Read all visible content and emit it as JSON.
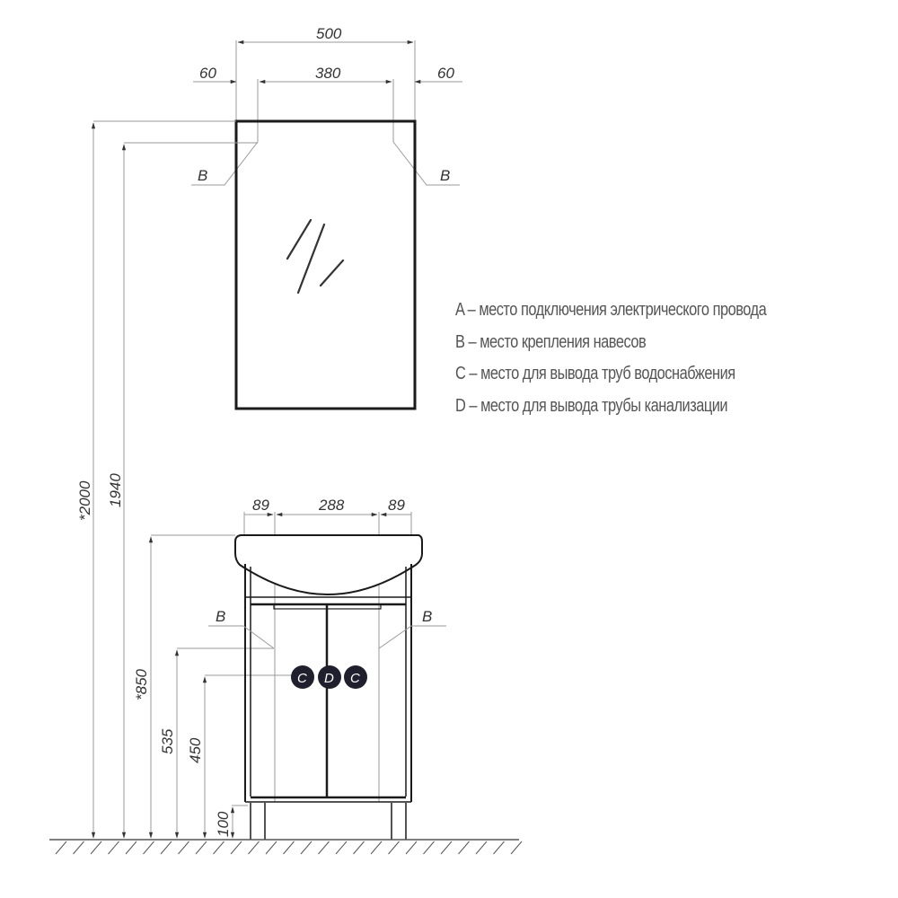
{
  "diagram": {
    "type": "technical-drawing",
    "colors": {
      "outline": "#1a1a1a",
      "dimension_line": "#9a9a9a",
      "text": "#333333",
      "legend_text": "#555555",
      "marker_fill": "#1f1f2e"
    },
    "mirror": {
      "width_label": "500",
      "left_offset_label": "60",
      "mount_span_label": "380",
      "right_offset_label": "60",
      "left_mount_label": "B",
      "right_mount_label": "B",
      "icon": "glass-reflection-icon"
    },
    "cabinet": {
      "left_offset_label": "89",
      "center_span_label": "288",
      "right_offset_label": "89",
      "left_mount_label": "B",
      "right_mount_label": "B",
      "markers": [
        {
          "label": "C"
        },
        {
          "label": "D"
        },
        {
          "label": "C"
        }
      ]
    },
    "heights": {
      "total": "*2000",
      "mirror_mount": "1940",
      "basin_top": "*850",
      "cabinet_mount": "535",
      "pipes": "450",
      "legs": "100"
    },
    "legend": [
      {
        "key": "A",
        "text": "– место подключения электрического провода"
      },
      {
        "key": "B",
        "text": "– место крепления навесов"
      },
      {
        "key": "C",
        "text": "– место для вывода труб водоснабжения"
      },
      {
        "key": "D",
        "text": "– место для вывода трубы канализации"
      }
    ]
  }
}
